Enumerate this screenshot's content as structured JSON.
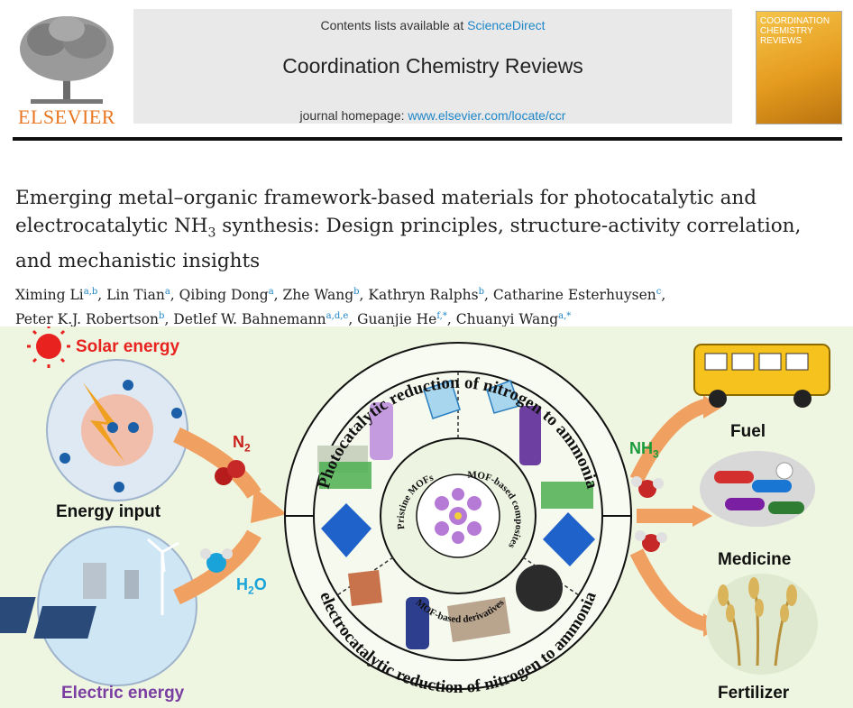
{
  "header": {
    "contents_prefix": "Contents lists available at ",
    "contents_link": "ScienceDirect",
    "journal_name": "Coordination Chemistry Reviews",
    "homepage_prefix": "journal homepage: ",
    "homepage_link": "www.elsevier.com/locate/ccr",
    "publisher": "ELSEVIER",
    "cover_title": "COORDINATION CHEMISTRY REVIEWS"
  },
  "article": {
    "title_part1": "Emerging metal–organic framework-based materials for photocatalytic and electrocatalytic NH",
    "title_sub": "3",
    "title_part2": " synthesis: Design principles, structure-activity correlation, and mechanistic insights",
    "authors": [
      {
        "name": "Ximing Li",
        "aff": "a,b",
        "sep": ", "
      },
      {
        "name": "Lin Tian",
        "aff": "a",
        "sep": ", "
      },
      {
        "name": "Qibing Dong",
        "aff": "a",
        "sep": ", "
      },
      {
        "name": "Zhe Wang",
        "aff": "b",
        "sep": ", "
      },
      {
        "name": "Kathryn Ralphs",
        "aff": "b",
        "sep": ", "
      },
      {
        "name": "Catharine Esterhuysen",
        "aff": "c",
        "sep": ","
      },
      {
        "name": "Peter K.J. Robertson",
        "aff": "b",
        "sep": ", "
      },
      {
        "name": "Detlef W. Bahnemann",
        "aff": "a,d,e",
        "sep": ", "
      },
      {
        "name": "Guanjie He",
        "aff": "f,*",
        "sep": ", "
      },
      {
        "name": "Chuanyi Wang",
        "aff": "a,*",
        "sep": ""
      }
    ]
  },
  "graphic": {
    "solar_energy": "Solar energy",
    "energy_input": "Energy input",
    "electric_energy": "Electric energy",
    "n2_base": "N",
    "n2_sub": "2",
    "h2o_base": "H",
    "h2o_sub": "2",
    "h2o_tail": "O",
    "nh3_base": "NH",
    "nh3_sub": "3",
    "fuel": "Fuel",
    "medicine": "Medicine",
    "fertilizer": "Fertilizer",
    "ring_top": "Photocatalytic reduction of nitrogen to ammonia",
    "ring_bottom": "electrocatalytic reduction of nitrogen to ammonia",
    "inner_left": "Pristine MOFs",
    "inner_right": "MOF-based composites",
    "inner_bottom": "MOF-based derivatives",
    "colors": {
      "solar": "#e8231f",
      "electric": "#7a3ea2",
      "n2": "#c8211c",
      "h2o": "#1aa3d9",
      "nh3": "#1a9a3a",
      "arrow": "#f0a060"
    }
  }
}
